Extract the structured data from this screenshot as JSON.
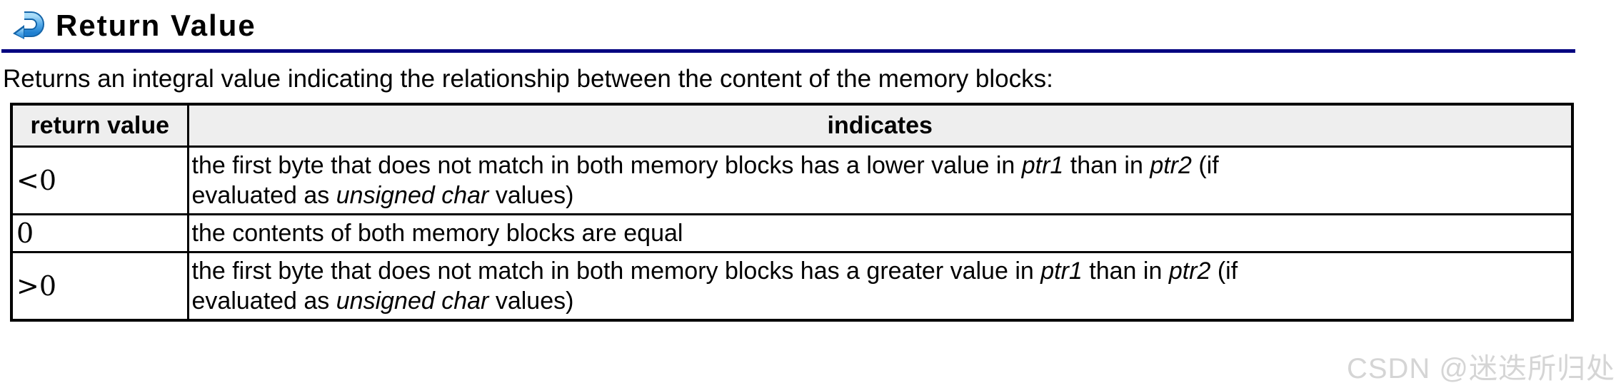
{
  "heading": {
    "title": "Return Value",
    "icon": "return-arrow-icon"
  },
  "intro": "Returns an integral value indicating the relationship between the content of the memory blocks:",
  "table": {
    "headers": {
      "col1": "return value",
      "col2": "indicates"
    },
    "rows": [
      {
        "value": "<0",
        "segments": [
          {
            "text": "the first byte that does not match in both memory blocks has a lower value in "
          },
          {
            "text": "ptr1",
            "italic": true
          },
          {
            "text": " than in "
          },
          {
            "text": "ptr2",
            "italic": true
          },
          {
            "text": " (if"
          },
          {
            "text": "evaluated as "
          },
          {
            "text": "unsigned char",
            "italic": true
          },
          {
            "text": " values)"
          }
        ]
      },
      {
        "value": "0",
        "segments": [
          {
            "text": "the contents of both memory blocks are equal"
          }
        ]
      },
      {
        "value": ">0",
        "segments": [
          {
            "text": "the first byte that does not match in both memory blocks has a greater value in "
          },
          {
            "text": "ptr1",
            "italic": true
          },
          {
            "text": " than in "
          },
          {
            "text": "ptr2",
            "italic": true
          },
          {
            "text": " (if"
          },
          {
            "text": "evaluated as "
          },
          {
            "text": "unsigned char",
            "italic": true
          },
          {
            "text": " values)"
          }
        ]
      }
    ]
  },
  "watermark": "CSDN @迷迭所归处",
  "colors": {
    "rule": "#000080",
    "header_bg": "#eeeeee",
    "border": "#000000",
    "watermark": "#d5d5d5"
  }
}
